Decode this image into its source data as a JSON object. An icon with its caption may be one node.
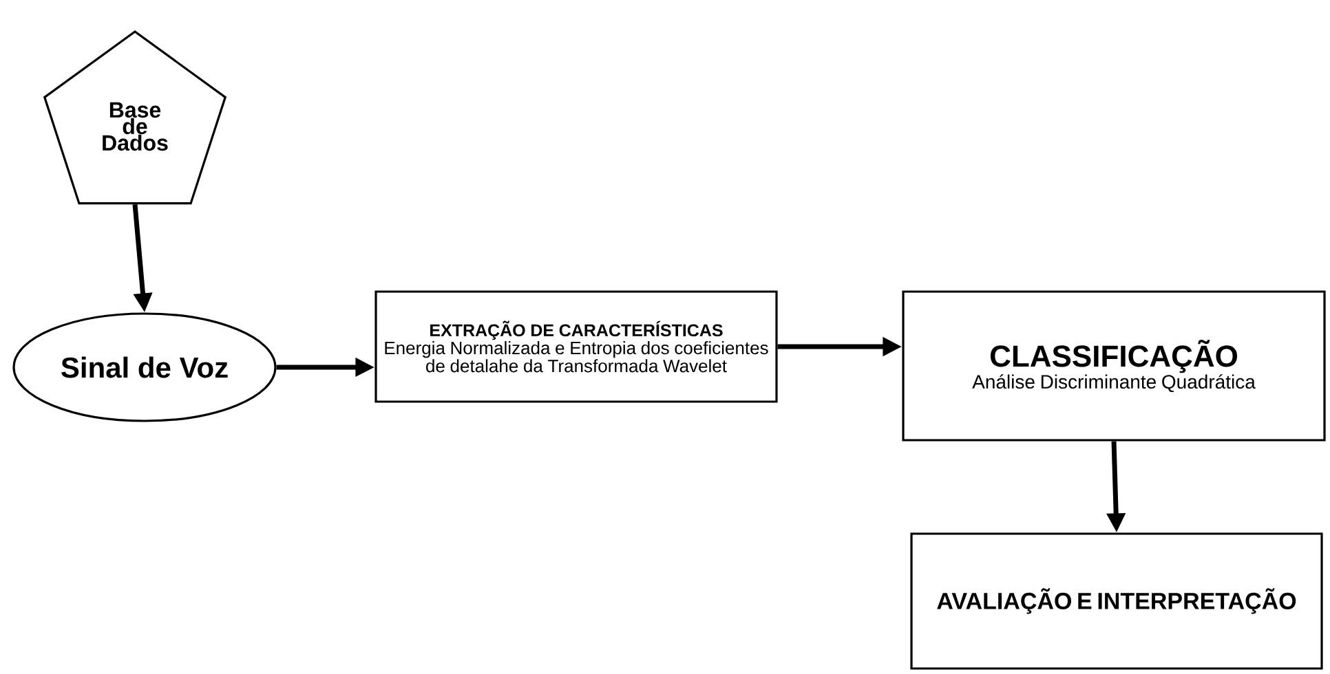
{
  "diagram": {
    "nodes": [
      {
        "text": [
          "Base de Dados"
        ]
      },
      {
        "text": [
          "Sinal de Voz"
        ]
      },
      {
        "text": [
          "EXTRAÇÃO DE CARACTERÍSTICAS",
          "Energia Normalizada e Entropia dos coeficientes de detalahe da Transformada Wavelet"
        ]
      },
      {
        "text": [
          "CLASSIFICAÇÃO",
          "Análise Discriminante Quadrática"
        ]
      },
      {
        "text": [
          "AVALIAÇÃO E INTERPRETAÇÃO"
        ]
      }
    ],
    "edges": [
      {
        "from": 0,
        "to": 1,
        "arrow": "to"
      },
      {
        "from": 1,
        "to": 2,
        "arrow": "to"
      },
      {
        "from": 2,
        "to": 3,
        "arrow": "to"
      },
      {
        "from": 3,
        "to": 4,
        "arrow": "to"
      }
    ]
  }
}
